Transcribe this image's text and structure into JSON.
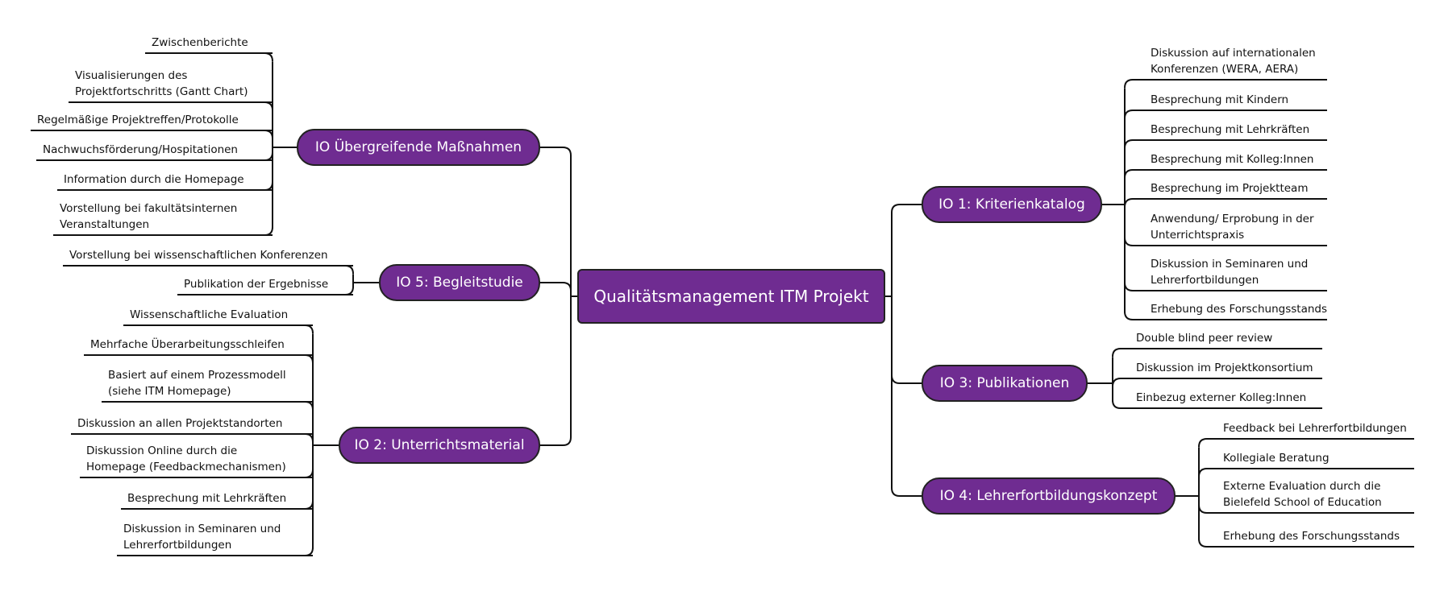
{
  "root": {
    "label": "Qualitätsmanagement ITM Projekt"
  },
  "branches": [
    {
      "id": "io1",
      "label": "IO 1: Kriterienkatalog",
      "leaves": [
        [
          "Diskussion auf internationalen",
          "Konferenzen (WERA, AERA)"
        ],
        [
          "Besprechung mit Kindern"
        ],
        [
          "Besprechung mit Lehrkräften"
        ],
        [
          "Besprechung mit Kolleg:Innen"
        ],
        [
          "Besprechung im Projektteam"
        ],
        [
          "Anwendung/ Erprobung in der",
          "Unterrichtspraxis"
        ],
        [
          "Diskussion in Seminaren und",
          "Lehrerfortbildungen"
        ],
        [
          "Erhebung des Forschungsstands"
        ]
      ]
    },
    {
      "id": "io3",
      "label": "IO 3: Publikationen",
      "leaves": [
        [
          "Double blind peer review"
        ],
        [
          "Diskussion im Projektkonsortium"
        ],
        [
          "Einbezug externer Kolleg:Innen"
        ]
      ]
    },
    {
      "id": "io4",
      "label": "IO 4: Lehrerfortbildungskonzept",
      "leaves": [
        [
          "Feedback bei Lehrerfortbildungen"
        ],
        [
          "Kollegiale Beratung"
        ],
        [
          "Externe Evaluation durch die",
          "Bielefeld School of Education"
        ],
        [
          "Erhebung des Forschungsstands"
        ]
      ]
    },
    {
      "id": "iou",
      "label": "IO Übergreifende Maßnahmen",
      "leaves": [
        [
          "Zwischenberichte"
        ],
        [
          "Visualisierungen des",
          "Projektfortschritts (Gantt Chart)"
        ],
        [
          "Regelmäßige Projektreffen/Protokolle"
        ],
        [
          "Nachwuchsförderung/Hospitationen"
        ],
        [
          "Information durch die Homepage"
        ],
        [
          "Vorstellung bei fakultätsinternen",
          "Veranstaltungen"
        ]
      ]
    },
    {
      "id": "io5",
      "label": "IO 5: Begleitstudie",
      "leaves": [
        [
          "Vorstellung bei wissenschaftlichen Konferenzen"
        ],
        [
          "Publikation der Ergebnisse"
        ]
      ]
    },
    {
      "id": "io2",
      "label": "IO 2: Unterrichtsmaterial",
      "leaves": [
        [
          "Wissenschaftliche Evaluation"
        ],
        [
          "Mehrfache Überarbeitungsschleifen"
        ],
        [
          "Basiert auf einem Prozessmodell",
          "(siehe ITM Homepage)"
        ],
        [
          "Diskussion an allen Projektstandorten"
        ],
        [
          "Diskussion Online durch die",
          "Homepage (Feedbackmechanismen)"
        ],
        [
          "Besprechung mit Lehrkräften"
        ],
        [
          "Diskussion in Seminaren und",
          "Lehrerfortbildungen"
        ]
      ]
    }
  ]
}
